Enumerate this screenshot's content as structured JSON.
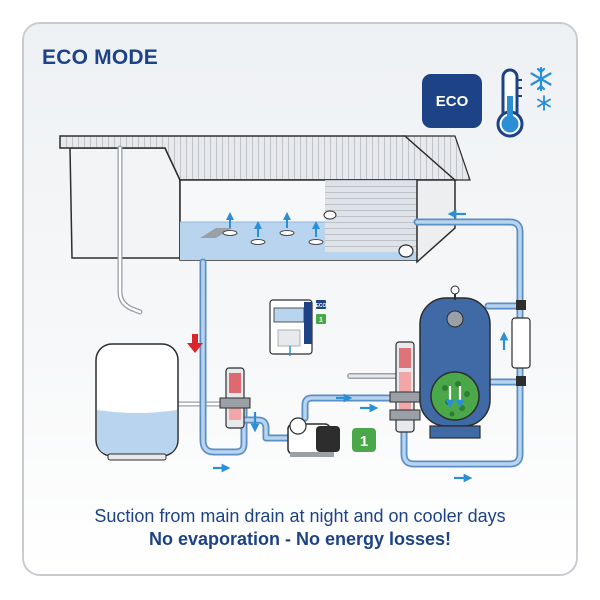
{
  "header": {
    "title": "ECO MODE",
    "badge_label": "ECO"
  },
  "controller": {
    "eco_label": "ECO",
    "count_label": "1"
  },
  "pump": {
    "count_label": "1"
  },
  "caption": {
    "line1": "Suction from main drain at night and on cooler days",
    "line2": "No evaporation - No energy losses!"
  },
  "icons": {
    "thermometer": "thermometer-icon",
    "snowflake": "snowflake-icon",
    "flow_arrow": "arrow-icon",
    "warning_arrow": "red-down-arrow-icon"
  },
  "colors": {
    "brand_blue": "#1d4386",
    "pipe_blue": "#5b8fc6",
    "water_blue": "#b9d4ee",
    "filter_blue": "#3f6aa6",
    "arrow_blue": "#2b8fd6",
    "accent_green": "#4aa84a",
    "warning_red": "#d9262c"
  }
}
